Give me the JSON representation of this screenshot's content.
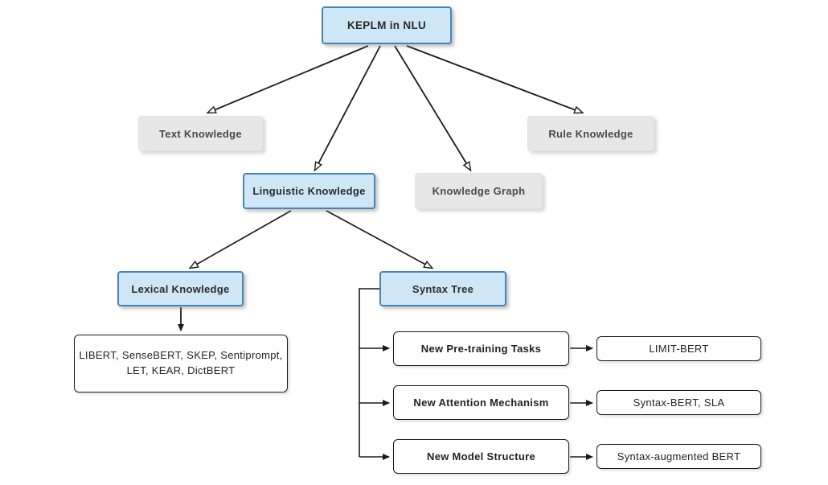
{
  "title": "KEPLM in NLU taxonomy diagram",
  "nodes": {
    "keplm": "KEPLM in NLU",
    "text_knowledge": "Text Knowledge",
    "linguistic_knowledge": "Linguistic Knowledge",
    "knowledge_graph": "Knowledge Graph",
    "rule_knowledge": "Rule Knowledge",
    "lexical_knowledge": "Lexical Knowledge",
    "syntax_tree": "Syntax Tree",
    "lexical_models_line1": "LIBERT, SenseBERT, SKEP, Sentiprompt,",
    "lexical_models_line2": "LET, KEAR, DictBERT",
    "new_pretraining_tasks": "New Pre-training Tasks",
    "new_attention_mechanism": "New Attention Mechanism",
    "new_model_structure": "New Model Structure",
    "limit_bert": "LIMIT-BERT",
    "syntax_bert_sla": "Syntax-BERT, SLA",
    "syntax_augmented_bert": "Syntax-augmented BERT"
  },
  "colors": {
    "highlight_fill": "#cfe6f7",
    "highlight_border": "#4a84b4",
    "gray_fill": "#e7e7e7",
    "edge": "#1a1a1a"
  }
}
